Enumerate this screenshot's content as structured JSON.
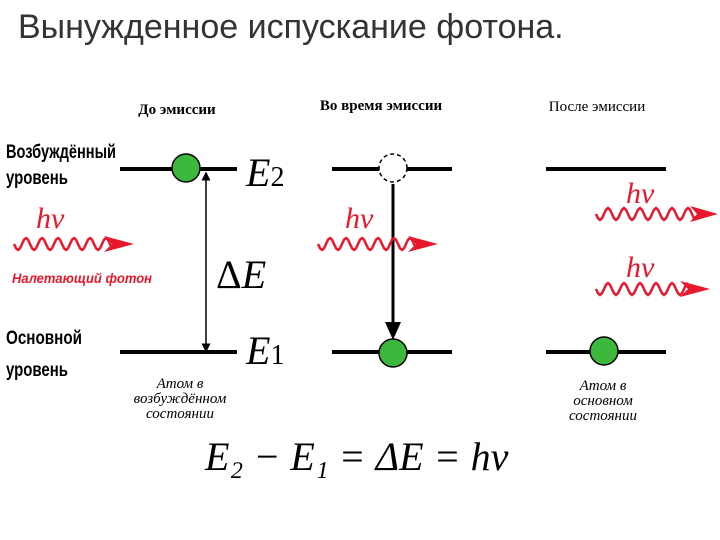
{
  "title": "Вынужденное испускание фотона.",
  "headers": {
    "before": "До эмиссии",
    "during": "Во время эмиссии",
    "after": "После эмиссии"
  },
  "side_labels": {
    "excited_1": "Возбуждённый",
    "excited_2": "уровень",
    "ground_1": "Основной",
    "ground_2": "уровень",
    "incident_photon": "Налетающий фотон"
  },
  "symbols": {
    "E2_base": "E",
    "E2_sub": "2",
    "E1_base": "E",
    "E1_sub": "1",
    "delta": "Δ",
    "delta_E": "E",
    "h": "h",
    "nu": "ν"
  },
  "captions": {
    "excited_1": "Атом в",
    "excited_2": "возбуждённом",
    "excited_3": "состоянии",
    "ground_1": "Атом в",
    "ground_2": "основном",
    "ground_3": "состоянии"
  },
  "formula": "E₂ − E₁ = ΔE = hν",
  "colors": {
    "atom": "#3cb83c",
    "photon": "#e8182c",
    "title": "#333333"
  }
}
